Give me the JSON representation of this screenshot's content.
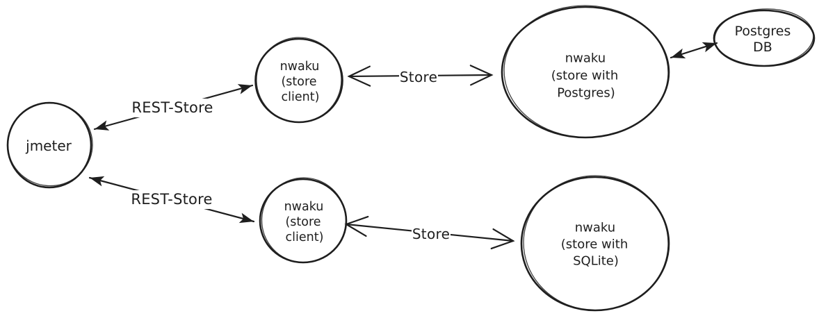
{
  "theme": {
    "background": "#ffffff",
    "ink": "#1e1e1e"
  },
  "diagram": {
    "nodes": [
      {
        "id": "jmeter",
        "shape": "circle",
        "label_lines": [
          "jmeter"
        ]
      },
      {
        "id": "nwaku-store-client-top",
        "shape": "circle",
        "label_lines": [
          "nwaku",
          "(store",
          "client)"
        ]
      },
      {
        "id": "nwaku-store-with-postgres",
        "shape": "ellipse",
        "label_lines": [
          "nwaku",
          "(store with",
          "Postgres)"
        ]
      },
      {
        "id": "postgres-db",
        "shape": "ellipse",
        "label_lines": [
          "Postgres",
          "DB"
        ]
      },
      {
        "id": "nwaku-store-client-bottom",
        "shape": "circle",
        "label_lines": [
          "nwaku",
          "(store",
          "client)"
        ]
      },
      {
        "id": "nwaku-store-with-sqlite",
        "shape": "circle",
        "label_lines": [
          "nwaku",
          "(store with",
          "SQLite)"
        ]
      }
    ],
    "edges": [
      {
        "id": "jmeter-client-top",
        "label": "REST-Store",
        "arrow": "double-filled"
      },
      {
        "id": "client-top-store-postgres",
        "label": "Store",
        "arrow": "double-open"
      },
      {
        "id": "store-postgres-db",
        "label": "",
        "arrow": "double-filled"
      },
      {
        "id": "jmeter-client-bottom",
        "label": "REST-Store",
        "arrow": "double-filled"
      },
      {
        "id": "client-bottom-store-sqlite",
        "label": "Store",
        "arrow": "double-open"
      }
    ]
  }
}
